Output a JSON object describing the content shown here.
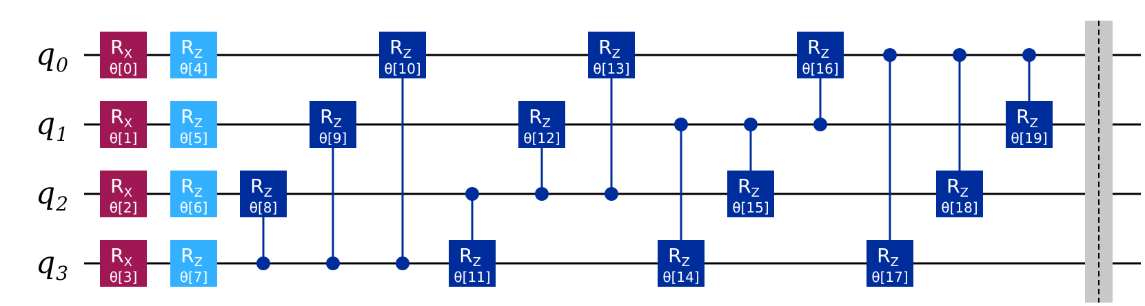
{
  "qubits": [
    {
      "name": "q",
      "index": "0"
    },
    {
      "name": "q",
      "index": "1"
    },
    {
      "name": "q",
      "index": "2"
    },
    {
      "name": "q",
      "index": "3"
    }
  ],
  "colors": {
    "rx": "#9f1853",
    "rz_single": "#33b1ff",
    "controlled": "#002d9c",
    "wire": "#000000",
    "barrier": "#c8c8c8"
  },
  "gates": [
    {
      "type": "single",
      "kind": "rx",
      "name": "R",
      "sub": "X",
      "param": "θ[0]",
      "qubit": 0,
      "col": 0
    },
    {
      "type": "single",
      "kind": "rx",
      "name": "R",
      "sub": "X",
      "param": "θ[1]",
      "qubit": 1,
      "col": 0
    },
    {
      "type": "single",
      "kind": "rx",
      "name": "R",
      "sub": "X",
      "param": "θ[2]",
      "qubit": 2,
      "col": 0
    },
    {
      "type": "single",
      "kind": "rx",
      "name": "R",
      "sub": "X",
      "param": "θ[3]",
      "qubit": 3,
      "col": 0
    },
    {
      "type": "single",
      "kind": "rz",
      "name": "R",
      "sub": "Z",
      "param": "θ[4]",
      "qubit": 0,
      "col": 1
    },
    {
      "type": "single",
      "kind": "rz",
      "name": "R",
      "sub": "Z",
      "param": "θ[5]",
      "qubit": 1,
      "col": 1
    },
    {
      "type": "single",
      "kind": "rz",
      "name": "R",
      "sub": "Z",
      "param": "θ[6]",
      "qubit": 2,
      "col": 1
    },
    {
      "type": "single",
      "kind": "rz",
      "name": "R",
      "sub": "Z",
      "param": "θ[7]",
      "qubit": 3,
      "col": 1
    },
    {
      "type": "crz",
      "name": "R",
      "sub": "Z",
      "param": "θ[8]",
      "control": 3,
      "target": 2,
      "col": 2
    },
    {
      "type": "crz",
      "name": "R",
      "sub": "Z",
      "param": "θ[9]",
      "control": 3,
      "target": 1,
      "col": 3
    },
    {
      "type": "crz",
      "name": "R",
      "sub": "Z",
      "param": "θ[10]",
      "control": 3,
      "target": 0,
      "col": 4
    },
    {
      "type": "crz",
      "name": "R",
      "sub": "Z",
      "param": "θ[11]",
      "control": 2,
      "target": 3,
      "col": 5
    },
    {
      "type": "crz",
      "name": "R",
      "sub": "Z",
      "param": "θ[12]",
      "control": 2,
      "target": 1,
      "col": 6
    },
    {
      "type": "crz",
      "name": "R",
      "sub": "Z",
      "param": "θ[13]",
      "control": 2,
      "target": 0,
      "col": 7
    },
    {
      "type": "crz",
      "name": "R",
      "sub": "Z",
      "param": "θ[14]",
      "control": 1,
      "target": 3,
      "col": 8
    },
    {
      "type": "crz",
      "name": "R",
      "sub": "Z",
      "param": "θ[15]",
      "control": 1,
      "target": 2,
      "col": 9
    },
    {
      "type": "crz",
      "name": "R",
      "sub": "Z",
      "param": "θ[16]",
      "control": 1,
      "target": 0,
      "col": 10
    },
    {
      "type": "crz",
      "name": "R",
      "sub": "Z",
      "param": "θ[17]",
      "control": 0,
      "target": 3,
      "col": 11
    },
    {
      "type": "crz",
      "name": "R",
      "sub": "Z",
      "param": "θ[18]",
      "control": 0,
      "target": 2,
      "col": 12
    },
    {
      "type": "crz",
      "name": "R",
      "sub": "Z",
      "param": "θ[19]",
      "control": 0,
      "target": 1,
      "col": 13
    }
  ],
  "barrier": {
    "after_col": 13
  }
}
